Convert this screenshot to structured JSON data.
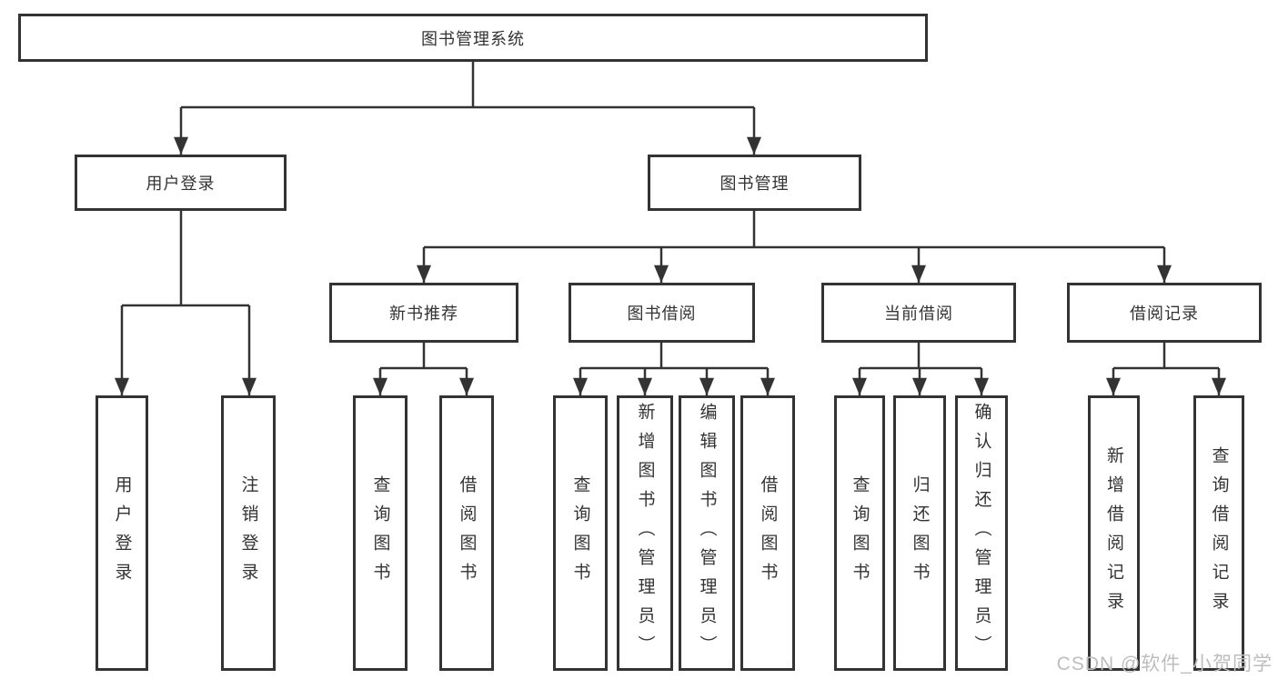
{
  "diagram": {
    "root": {
      "label": "图书管理系统"
    },
    "branches": [
      {
        "label": "用户登录",
        "children": [
          "用户登录",
          "注销登录"
        ]
      },
      {
        "label": "图书管理",
        "sections": [
          {
            "label": "新书推荐",
            "children": [
              "查询图书",
              "借阅图书"
            ]
          },
          {
            "label": "图书借阅",
            "children": [
              "查询图书",
              "新增图书（管理员）",
              "编辑图书（管理员）",
              "借阅图书"
            ]
          },
          {
            "label": "当前借阅",
            "children": [
              "查询图书",
              "归还图书",
              "确认归还（管理员）"
            ]
          },
          {
            "label": "借阅记录",
            "children": [
              "新增借阅记录",
              "查询借阅记录"
            ]
          }
        ]
      }
    ]
  },
  "watermark": "CSDN @软件_小贺同学",
  "colors": {
    "line": "#333333",
    "box_border": "#333333",
    "text": "#333333",
    "background": "#ffffff",
    "watermark_text": "#bdbdbd"
  }
}
